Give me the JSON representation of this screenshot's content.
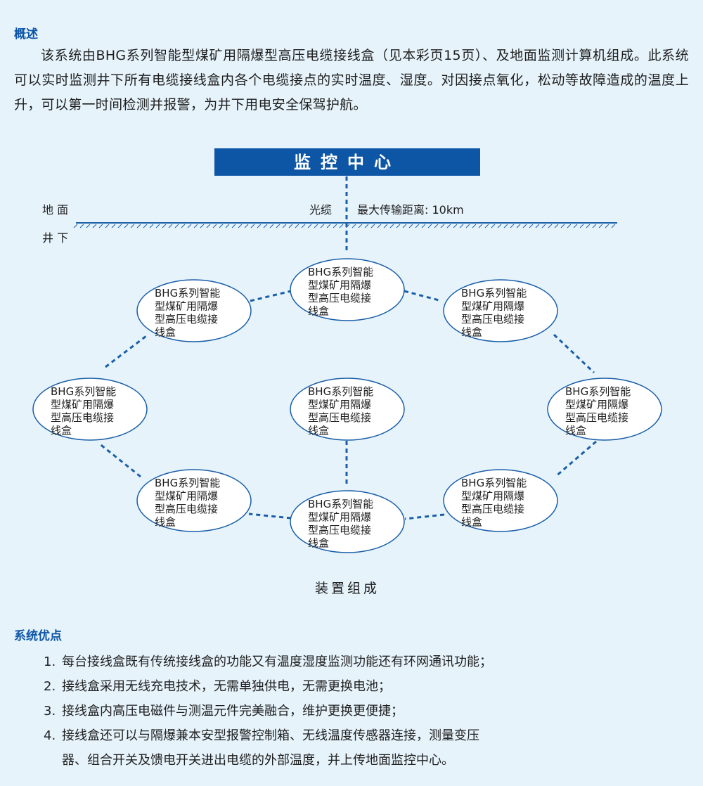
{
  "overview": {
    "title": "概述",
    "text": "该系统由BHG系列智能型煤矿用隔爆型高压电缆接线盒（见本彩页15页）、及地面监测计算机组成。此系统可以实时监测井下所有电缆接线盒内各个电缆接点的实时温度、湿度。对因接点氧化，松动等故障造成的温度上升，可以第一时间检测并报警，为井下用电安全保驾护航。"
  },
  "diagram": {
    "control_center": "监控中心",
    "ground_label": "地 面",
    "underground_label": "井 下",
    "cable_label": "光缆",
    "distance_label": "最大传输距离: 10km",
    "caption": "装置组成",
    "node_lines": [
      "BHG系列智能",
      "型煤矿用隔爆",
      "型高压电缆接",
      "线盒"
    ],
    "colors": {
      "accent": "#0d56a6",
      "line": "#1a5fa8",
      "background": "#e6f3fb"
    }
  },
  "advantages": {
    "title": "系统优点",
    "items": [
      {
        "num": "1.",
        "lines": [
          "每台接线盒既有传统接线盒的功能又有温度湿度监测功能还有环网通讯功能；"
        ]
      },
      {
        "num": "2.",
        "lines": [
          "接线盒采用无线充电技术，无需单独供电，无需更换电池；"
        ]
      },
      {
        "num": "3.",
        "lines": [
          "接线盒内高压电磁件与测温元件完美融合，维护更换更便捷；"
        ]
      },
      {
        "num": "4.",
        "lines": [
          "接线盒还可以与隔爆兼本安型报警控制箱、无线温度传感器连接，测量变压",
          "器、组合开关及馈电开关进出电缆的外部温度，并上传地面监控中心。"
        ]
      }
    ]
  }
}
